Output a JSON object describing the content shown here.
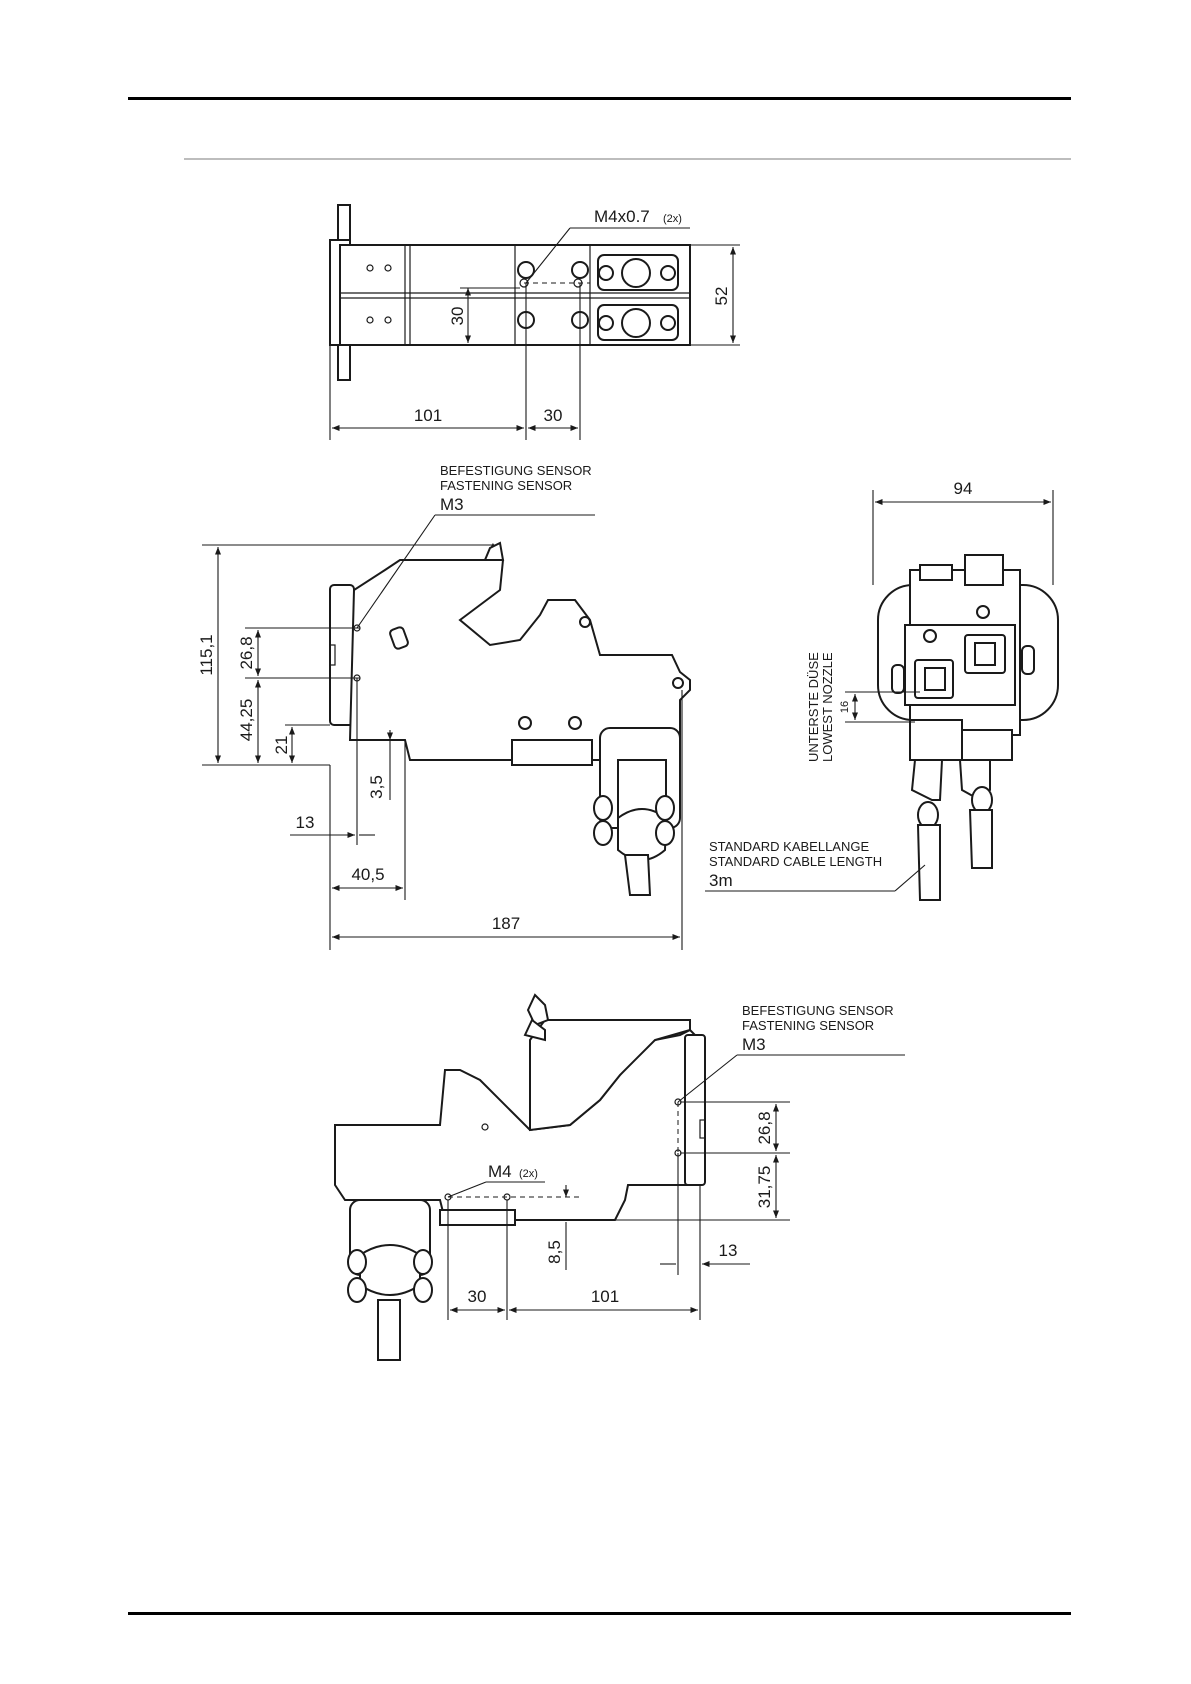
{
  "top_view": {
    "thread_label": "M4x0.7",
    "thread_count": "(2x)",
    "dim_height": "52",
    "dim_hole_spacing": "30",
    "dim_length": "101",
    "dim_hole_pitch": "30"
  },
  "side_view": {
    "sensor_note_de": "BEFESTIGUNG SENSOR",
    "sensor_note_en": "FASTENING SENSOR",
    "sensor_thread": "M3",
    "dim_total_height": "115,1",
    "dim_sensor_spacing": "26,8",
    "dim_sensor_height": "44,25",
    "dim_base_height": "21",
    "dim_offset_small": "3,5",
    "dim_sensor_depth": "13",
    "dim_flange_offset": "40,5",
    "dim_total_length": "187"
  },
  "front_view": {
    "dim_width": "94",
    "nozzle_note_de": "UNTERSTE DÜSE",
    "nozzle_note_en": "LOWEST NOZZLE",
    "dim_nozzle": "16",
    "cable_note_de": "STANDARD KABELLANGE",
    "cable_note_en": "STANDARD CABLE LENGTH",
    "cable_length": "3m"
  },
  "bottom_view": {
    "sensor_note_de": "BEFESTIGUNG SENSOR",
    "sensor_note_en": "FASTENING SENSOR",
    "sensor_thread": "M3",
    "dim_sensor_spacing": "26,8",
    "dim_sensor_height": "31,75",
    "thread_label": "M4",
    "thread_count": "(2x)",
    "dim_thread_offset": "8,5",
    "dim_sensor_depth": "13",
    "dim_hole_pitch": "30",
    "dim_length": "101"
  }
}
